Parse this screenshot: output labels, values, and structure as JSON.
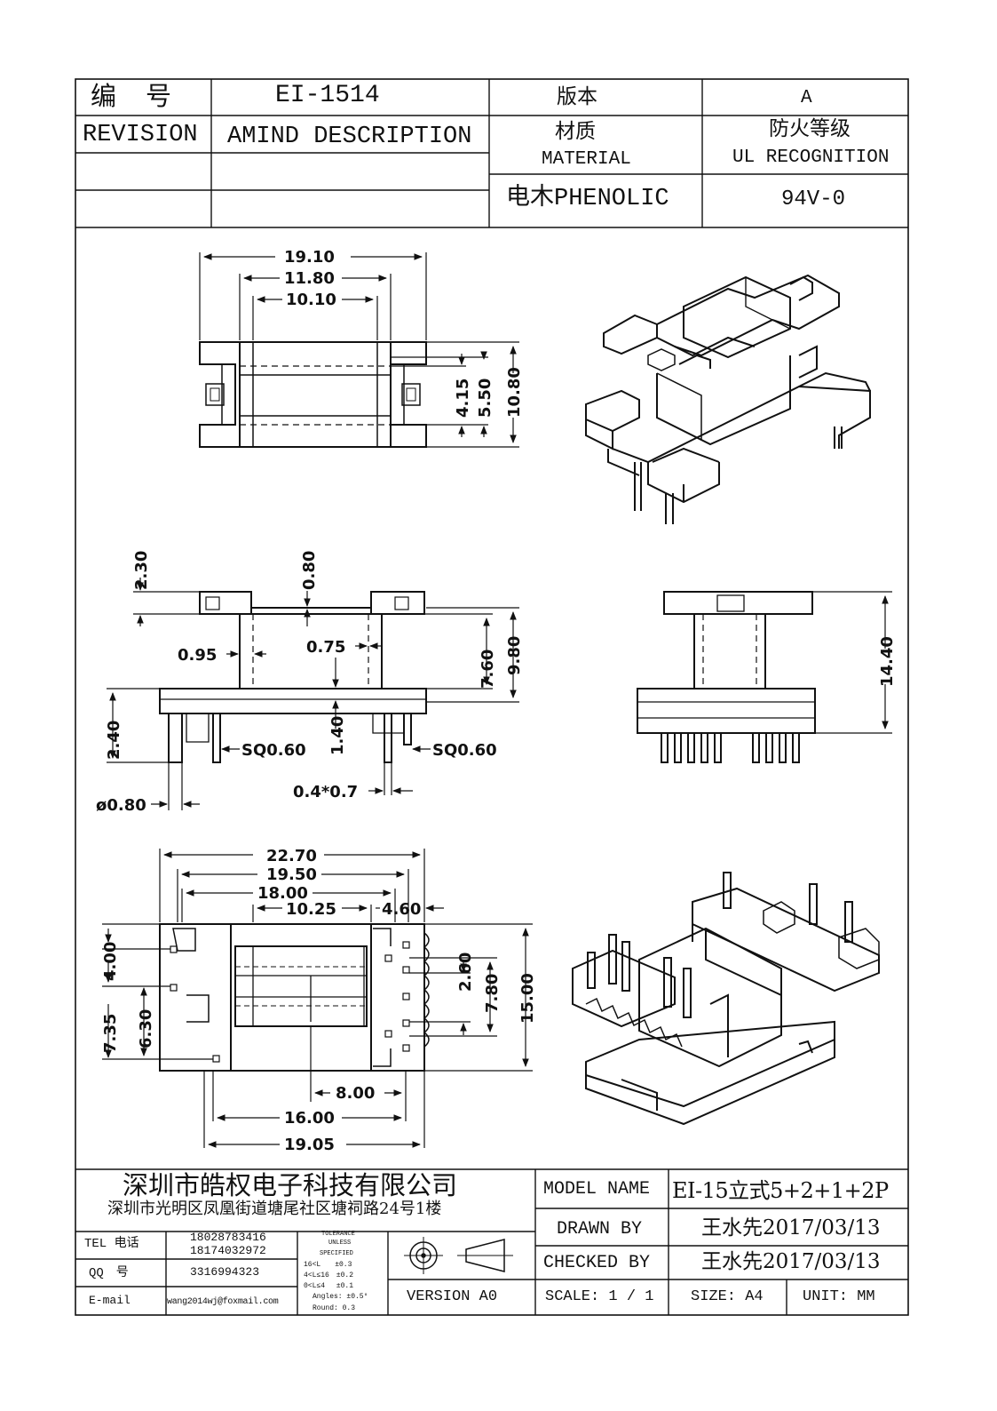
{
  "header": {
    "part_no_label": "编　号",
    "part_no": "EI-1514",
    "version_label": "版本",
    "version": "A",
    "revision_label": "REVISION",
    "amind_label": "AMIND DESCRIPTION",
    "material_label_cn": "材质",
    "material_label_en": "MATERIAL",
    "fire_label_cn": "防火等级",
    "fire_label_en": "UL RECOGNITION",
    "material_value": "电木PHENOLIC",
    "fire_value": "94V-0"
  },
  "dimensions": {
    "top_view": [
      "19.10",
      "11.80",
      "10.10",
      "4.15",
      "5.50",
      "10.80"
    ],
    "front_view": [
      "2.30",
      "0.80",
      "0.95",
      "0.75",
      "7.60",
      "9.80",
      "2.40",
      "1.40",
      "SQ0.60",
      "SQ0.60",
      "0.4*0.7",
      "ø0.80"
    ],
    "side_view": [
      "14.40"
    ],
    "bottom_view": [
      "22.70",
      "19.50",
      "18.00",
      "10.25",
      "4.60",
      "4.00",
      "7.35",
      "6.30",
      "2.60",
      "7.80",
      "15.00",
      "8.00",
      "16.00",
      "19.05"
    ]
  },
  "title_block": {
    "company": "深圳市皓权电子科技有限公司",
    "address": "深圳市光明区凤凰街道塘尾社区塘祠路24号1楼",
    "tel_label": "TEL 电话",
    "tel_1": "18028783416",
    "tel_2": "18174032972",
    "qq_label": "QQ　号",
    "qq": "3316994323",
    "email_label": "E-mail",
    "email": "wang2014wj@foxmail.com",
    "tolerance_title": "TOLERANCE",
    "tolerance_unless": "UNLESS",
    "tolerance_specified": "SPECIFIED",
    "tol_row1": "16<L　　±0.3",
    "tol_row2": "4<L≤16　±0.2",
    "tol_row3": "0<L≤4　 ±0.1",
    "tol_angles": "Angles: ±0.5°",
    "tol_round": "Round: 0.3",
    "version_text": "VERSION A0",
    "model_name_label": "MODEL NAME",
    "model_name": "EI-15立式5+2+1+2P",
    "drawn_by_label": "DRAWN BY",
    "drawn_by": "王水先2017/03/13",
    "checked_by_label": "CHECKED BY",
    "checked_by": "王水先2017/03/13",
    "scale_label": "SCALE: 1 / 1",
    "size_label": "SIZE: A4",
    "unit_label": "UNIT: MM"
  }
}
